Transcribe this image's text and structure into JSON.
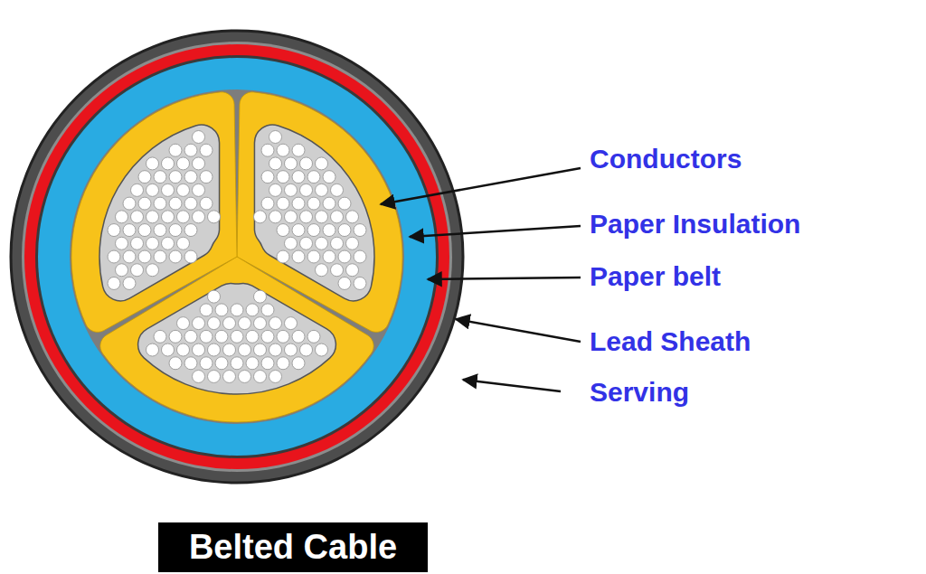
{
  "diagram": {
    "title": "Belted Cable",
    "labels": [
      "Conductors",
      "Paper Insulation",
      "Paper belt",
      "Lead Sheath",
      "Serving"
    ]
  }
}
